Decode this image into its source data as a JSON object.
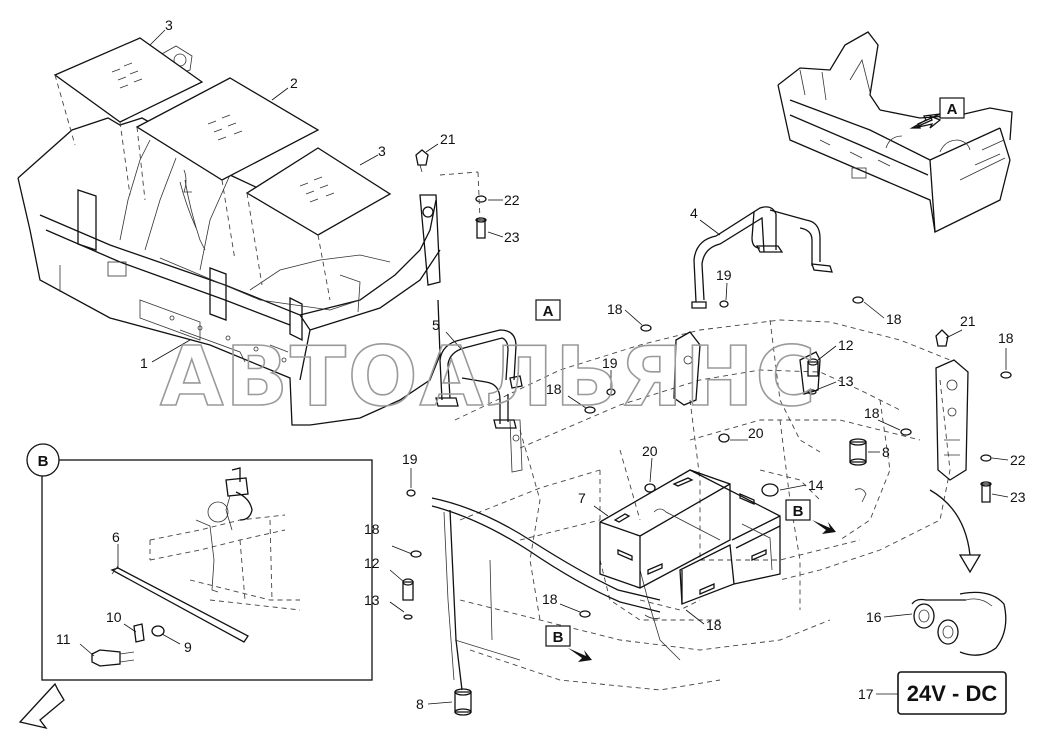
{
  "watermark": "АВТОАЛЬЯНС",
  "views": {
    "view_a_main": "A",
    "view_a_inset": "A",
    "view_b_circle": "B",
    "view_b_box_1": "B",
    "view_b_box_2": "B"
  },
  "voltage_label": "24V - DC",
  "callouts": [
    {
      "id": "c3a",
      "text": "3"
    },
    {
      "id": "c2",
      "text": "2"
    },
    {
      "id": "c3b",
      "text": "3"
    },
    {
      "id": "c1",
      "text": "1"
    },
    {
      "id": "c21a",
      "text": "21"
    },
    {
      "id": "c22a",
      "text": "22"
    },
    {
      "id": "c23a",
      "text": "23"
    },
    {
      "id": "c4",
      "text": "4"
    },
    {
      "id": "c19a",
      "text": "19"
    },
    {
      "id": "c18a",
      "text": "18"
    },
    {
      "id": "c18b",
      "text": "18"
    },
    {
      "id": "c21b",
      "text": "21"
    },
    {
      "id": "c18c",
      "text": "18"
    },
    {
      "id": "c12a",
      "text": "12"
    },
    {
      "id": "c13a",
      "text": "13"
    },
    {
      "id": "c5",
      "text": "5"
    },
    {
      "id": "c19b",
      "text": "19"
    },
    {
      "id": "c18d",
      "text": "18"
    },
    {
      "id": "c18e",
      "text": "18"
    },
    {
      "id": "c20a",
      "text": "20"
    },
    {
      "id": "c20b",
      "text": "20"
    },
    {
      "id": "c8a",
      "text": "8"
    },
    {
      "id": "c22b",
      "text": "22"
    },
    {
      "id": "c19c",
      "text": "19"
    },
    {
      "id": "c7",
      "text": "7"
    },
    {
      "id": "c14",
      "text": "14"
    },
    {
      "id": "c23b",
      "text": "23"
    },
    {
      "id": "c6",
      "text": "6"
    },
    {
      "id": "c18f",
      "text": "18"
    },
    {
      "id": "c12b",
      "text": "12"
    },
    {
      "id": "c13b",
      "text": "13"
    },
    {
      "id": "c18g",
      "text": "18"
    },
    {
      "id": "c18h",
      "text": "18"
    },
    {
      "id": "c16",
      "text": "16"
    },
    {
      "id": "c10",
      "text": "10"
    },
    {
      "id": "c11",
      "text": "11"
    },
    {
      "id": "c9",
      "text": "9"
    },
    {
      "id": "c17",
      "text": "17"
    },
    {
      "id": "c8b",
      "text": "8"
    }
  ]
}
